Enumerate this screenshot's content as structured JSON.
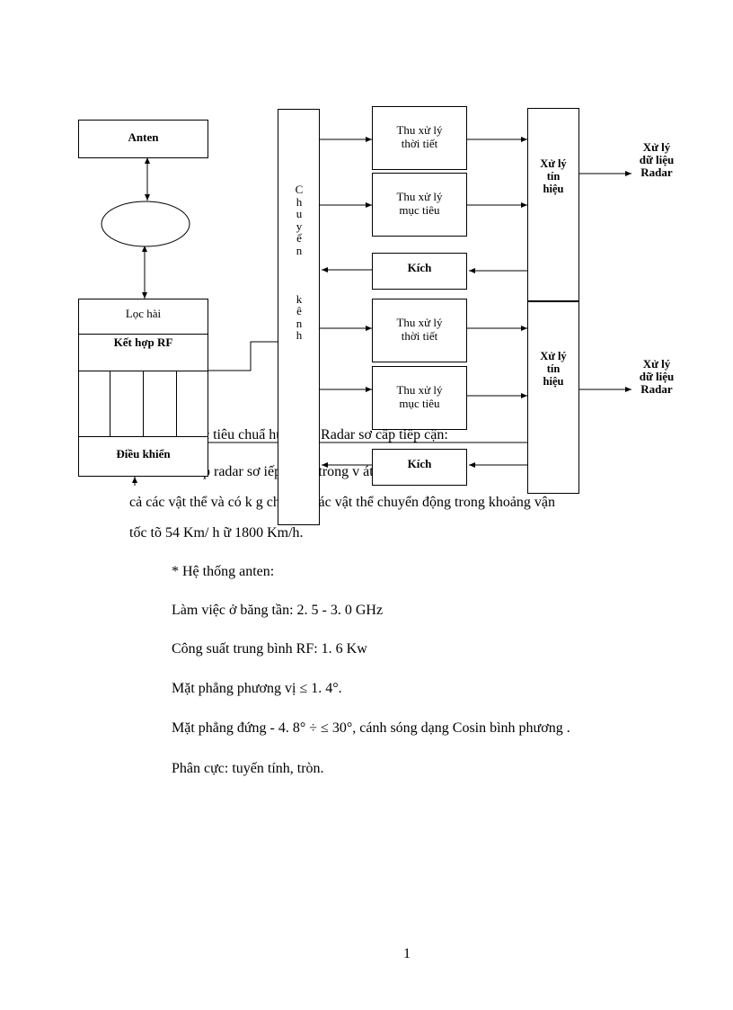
{
  "diagram": {
    "antenna": "Anten",
    "filter": "Lọc hài",
    "rf_combiner": "Kết hợp RF",
    "control": "Điều khiển",
    "channel_switch_chars": [
      "C",
      "h",
      "u",
      "y",
      "ể",
      "n",
      "",
      "k",
      "ê",
      "n",
      "h"
    ],
    "weather_top": "Thu xử lý\nthời tiết",
    "target_top": "Thu xử lý\nmục tiêu",
    "exciter_top": "Kích",
    "weather_bottom": "Thu xử lý\nthời tiết",
    "target_bottom": "Thu xử lý\nmục tiêu",
    "exciter_bottom": "Kích",
    "signal_proc_top": "Xử lý\ntín\nhiệu",
    "signal_proc_bottom": "Xử lý\ntín\nhiệu",
    "output_top": "Xử lý\ndữ liệu\nRadar",
    "output_bottom": "Xử lý\ndữ liệu\nRadar"
  },
  "text": {
    "partial_line_1": "c tiêu  chuẩ      huật  của  Radar sơ cấp tiếp  cận:",
    "partial_line_2": "p radar  sơ      iếp  cận                  c  trong  v          át  hiện  được  tất",
    "para_line_3": "cả các vật thể và có k       g  cho lọc  các vật  thể  chuyển  động trong  khoảng  vận",
    "para_line_4": "tốc tõ 54 Km/ h ữ 1800 Km/h.",
    "bullet_antenna": "* Hệ thống anten:",
    "spec_band": "Làm việc ở băng tần: 2. 5 - 3. 0 GHz",
    "spec_power": "Công suất trung bình RF: 1. 6 Kw",
    "spec_azimuth": "Mặt phẳng phương vị ≤ 1. 4°.",
    "spec_elevation": "Mặt phẳng đứng - 4. 8° ÷ ≤ 30°, cánh sóng dạng Cosin bình phương .",
    "spec_polarization": "Phân cực: tuyến tính, tròn."
  },
  "page_number": "1"
}
